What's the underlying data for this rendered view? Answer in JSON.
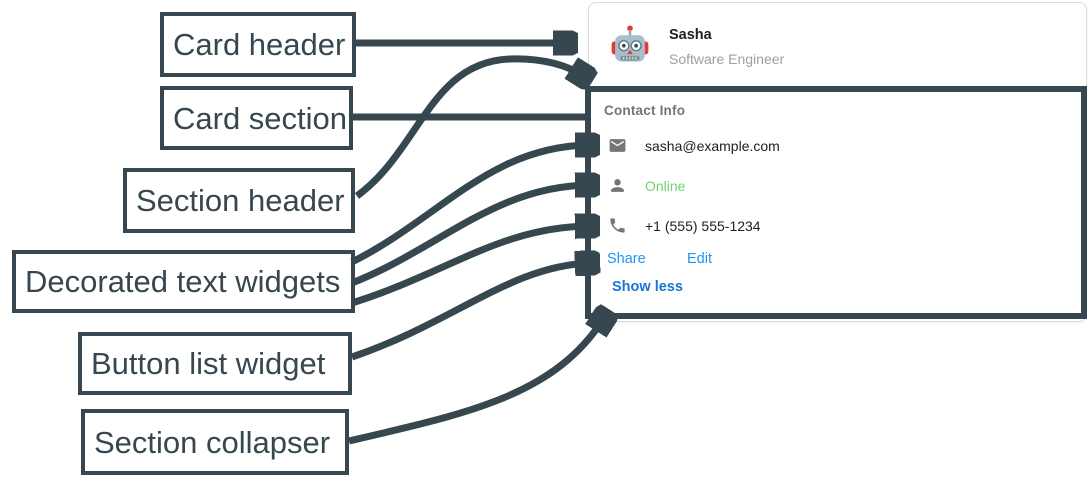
{
  "annotation_labels": [
    {
      "text": "Card header"
    },
    {
      "text": "Card section"
    },
    {
      "text": "Section header"
    },
    {
      "text": "Decorated text widgets"
    },
    {
      "text": "Button list widget"
    },
    {
      "text": "Section collapser"
    }
  ],
  "card": {
    "header": {
      "name": "Sasha",
      "role": "Software Engineer",
      "avatar_icon": "robot-avatar"
    },
    "section": {
      "title": "Contact Info",
      "rows": [
        {
          "icon": "email-icon",
          "text": "sasha@example.com",
          "color": "#212121"
        },
        {
          "icon": "person-icon",
          "text": "Online",
          "color": "#6FD36E"
        },
        {
          "icon": "phone-icon",
          "text": "+1 (555) 555-1234",
          "color": "#212121"
        }
      ],
      "buttons": [
        {
          "label": "Share"
        },
        {
          "label": "Edit"
        }
      ],
      "collapser_label": "Show less"
    }
  },
  "colors": {
    "annotation": "#37474F",
    "link_blue": "#2196F3",
    "collapser_blue": "#1976D2",
    "online_green": "#6FD36E",
    "icon_gray": "#757575"
  }
}
